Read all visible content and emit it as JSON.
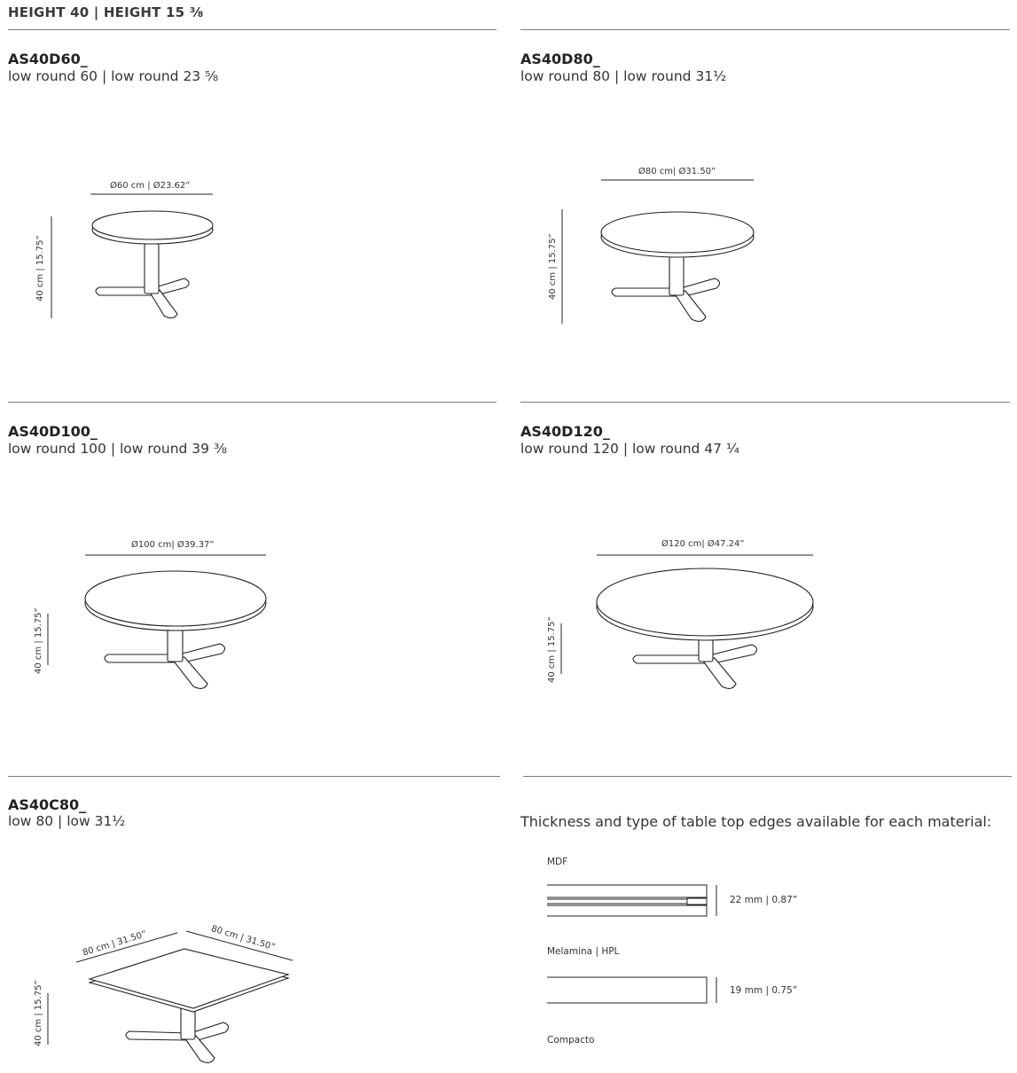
{
  "header": {
    "title": "HEIGHT 40 | HEIGHT 15 ⅜"
  },
  "products": [
    {
      "code": "AS40D60_",
      "subtitle": "low round 60 | low round 23 ⅝",
      "width_label": "Ø60 cm | Ø23.62”",
      "height_label": "40 cm | 15.75”"
    },
    {
      "code": "AS40D80_",
      "subtitle": "low round 80 | low round 31½",
      "width_label": "Ø80 cm| Ø31.50”",
      "height_label": "40 cm | 15.75”"
    },
    {
      "code": "AS40D100_",
      "subtitle": "low round 100 | low round 39 ⅜",
      "width_label": "Ø100 cm| Ø39.37”",
      "height_label": "40 cm | 15.75”"
    },
    {
      "code": "AS40D120_",
      "subtitle": "low round 120 | low round 47 ¼",
      "width_label": "Ø120 cm| Ø47.24”",
      "height_label": "40 cm | 15.75”"
    },
    {
      "code": "AS40C80_",
      "subtitle": "low 80 | low 31½",
      "side_a_label": "80 cm | 31.50”",
      "side_b_label": "80 cm | 31.50”",
      "height_label": "40 cm | 15.75”"
    }
  ],
  "edges": {
    "intro": "Thickness and type of table top edges available for each material:",
    "items": [
      {
        "material": "MDF",
        "thickness": "22 mm | 0.87”"
      },
      {
        "material": "Melamina | HPL",
        "thickness": "19 mm | 0.75”"
      },
      {
        "material": "Compacto"
      }
    ]
  }
}
